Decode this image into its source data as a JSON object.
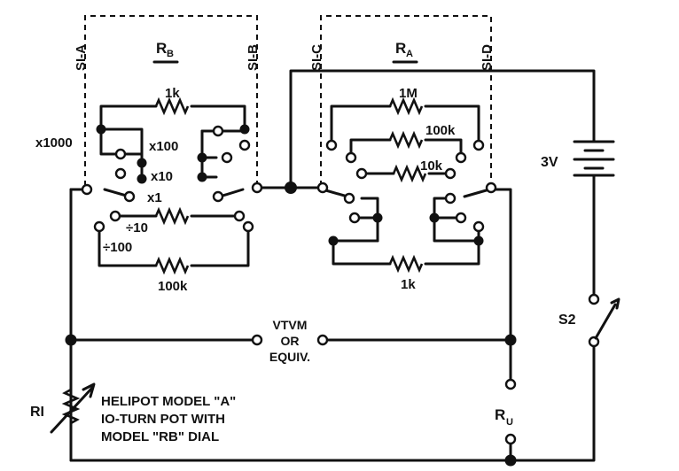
{
  "switch_labels": {
    "s1a": "SI-A",
    "s1b": "SI-B",
    "s1c": "SI-C",
    "s1d": "SI-D"
  },
  "resistor_groups": {
    "rb": "R",
    "rb_sub": "B",
    "ra": "R",
    "ra_sub": "A"
  },
  "rb_resistors": {
    "top": "1k",
    "div10": "÷10",
    "div100": "÷100",
    "bottom": "100k"
  },
  "rb_positions": {
    "x1000": "x1000",
    "x100": "x100",
    "x10": "x10",
    "x1": "x1"
  },
  "ra_resistors": {
    "r1m": "1M",
    "r100k": "100k",
    "r10k": "10k",
    "bottom": "1k"
  },
  "battery": "3V",
  "switch2": "S2",
  "meter": {
    "line1": "VTVM",
    "line2": "OR",
    "line3": "EQUIV."
  },
  "pot": {
    "name": "RI",
    "line1": "HELIPOT MODEL \"A\"",
    "line2": "IO-TURN POT WITH",
    "line3": "MODEL \"RB\" DIAL"
  },
  "unknown": {
    "name": "R",
    "sub": "U"
  }
}
